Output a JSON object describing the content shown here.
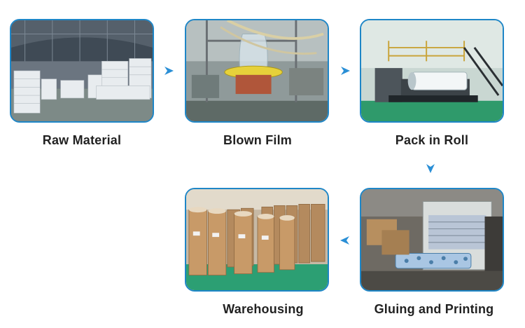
{
  "steps": [
    {
      "label": "Raw Material",
      "image": "warehouse-raw-material-photo"
    },
    {
      "label": "Blown Film",
      "image": "blown-film-machine-photo"
    },
    {
      "label": "Pack in Roll",
      "image": "roll-packing-machine-photo"
    },
    {
      "label": "Gluing and Printing",
      "image": "gluing-printing-machine-photo"
    },
    {
      "label": "Warehousing",
      "image": "finished-rolls-warehouse-photo"
    }
  ],
  "colors": {
    "frame": "#1e86c7",
    "arrow": "#2a8fd6",
    "label": "#222222"
  },
  "arrows": [
    "right",
    "right",
    "down",
    "left"
  ]
}
